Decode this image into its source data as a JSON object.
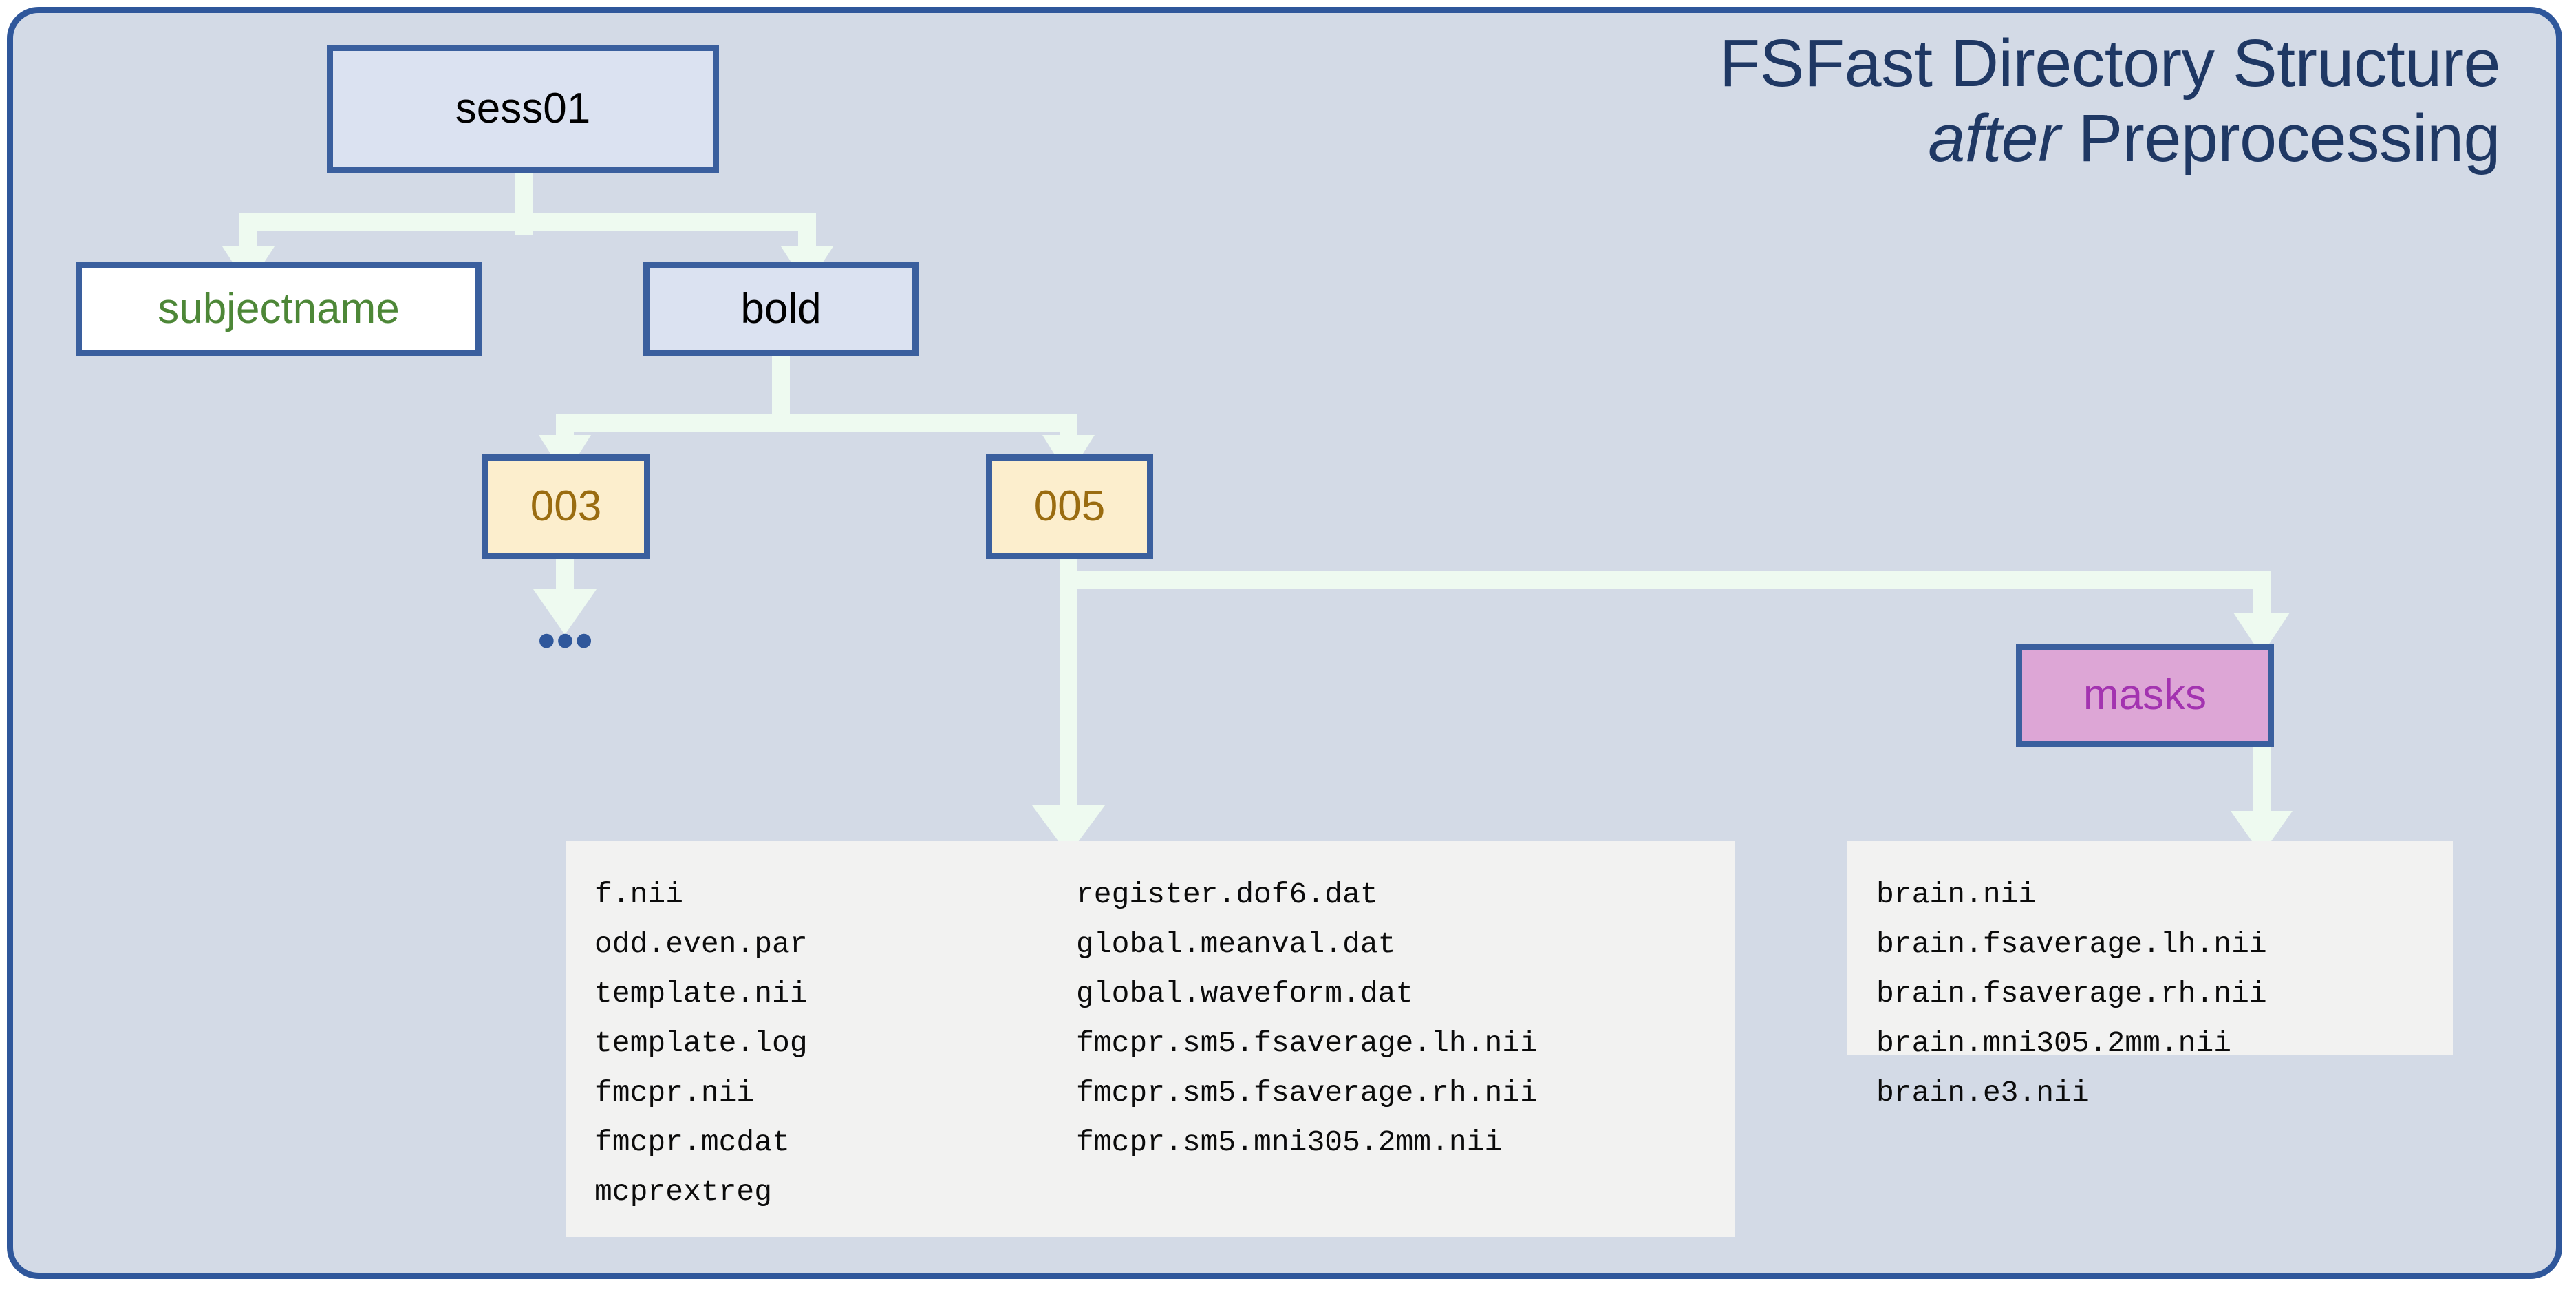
{
  "title": {
    "line1": "FSFast Directory Structure",
    "line2_emphasis": "after",
    "line2_rest": " Preprocessing"
  },
  "tree": {
    "nodes": [
      {
        "id": "sess01",
        "label": "sess01",
        "style": "blue"
      },
      {
        "id": "subjectname",
        "label": "subjectname",
        "style": "white"
      },
      {
        "id": "bold",
        "label": "bold",
        "style": "blue"
      },
      {
        "id": "run003",
        "label": "003",
        "style": "cream"
      },
      {
        "id": "run005",
        "label": "005",
        "style": "cream"
      },
      {
        "id": "masks",
        "label": "masks",
        "style": "pink"
      }
    ],
    "ellipsis": "•••"
  },
  "file_lists": {
    "bold_run_column_1": [
      "f.nii",
      "odd.even.par",
      "template.nii",
      "template.log",
      "fmcpr.nii",
      "fmcpr.mcdat",
      "mcprextreg"
    ],
    "bold_run_column_2": [
      "register.dof6.dat",
      "global.meanval.dat",
      "global.waveform.dat",
      "fmcpr.sm5.fsaverage.lh.nii",
      "fmcpr.sm5.fsaverage.rh.nii",
      "fmcpr.sm5.mni305.2mm.nii"
    ],
    "masks_column": [
      "brain.nii",
      "brain.fsaverage.lh.nii",
      "brain.fsaverage.rh.nii",
      "brain.mni305.2mm.nii",
      "brain.e3.nii"
    ]
  },
  "colors": {
    "frame_background": "#d3dae6",
    "frame_border": "#2f579b",
    "title_text": "#1f3864",
    "node_border": "#3a5f9e",
    "node_blue_fill": "#dbe2f1",
    "node_white_fill": "#ffffff",
    "node_cream_fill": "#fceecd",
    "node_pink_fill": "#dda6d6",
    "subjectname_text": "#4d8737",
    "run_number_text": "#9a6c10",
    "masks_text": "#a333b0",
    "connector": "#eefaf0",
    "file_panel_background": "#f2f2f1",
    "file_text": "#0b0b0b"
  }
}
